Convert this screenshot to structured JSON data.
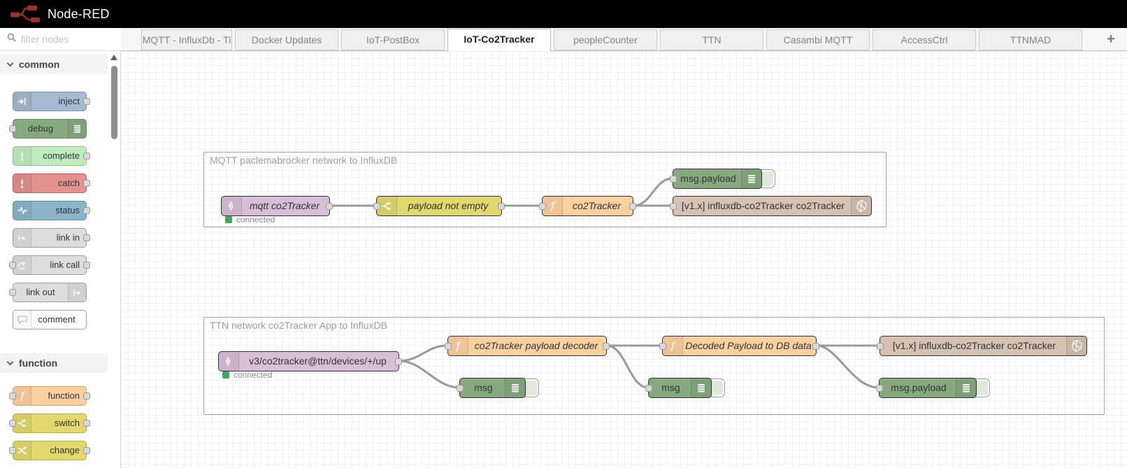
{
  "header": {
    "title": "Node-RED"
  },
  "tabs": {
    "items": [
      {
        "label": "MQTT - InfluxDb - Ti",
        "active": false
      },
      {
        "label": "Docker Updates",
        "active": false
      },
      {
        "label": "IoT-PostBox",
        "active": false
      },
      {
        "label": "IoT-Co2Tracker",
        "active": true
      },
      {
        "label": "peopleCounter",
        "active": false
      },
      {
        "label": "TTN",
        "active": false
      },
      {
        "label": "Casambi MQTT",
        "active": false
      },
      {
        "label": "AccessCtrl",
        "active": false
      },
      {
        "label": "TTNMAD",
        "active": false
      }
    ],
    "add_label": "+"
  },
  "palette": {
    "search_placeholder": "filter nodes",
    "categories": [
      {
        "label": "common",
        "nodes": [
          {
            "label": "inject",
            "icon": "inject-icon"
          },
          {
            "label": "debug",
            "icon": "debug-icon"
          },
          {
            "label": "complete",
            "icon": "complete-icon"
          },
          {
            "label": "catch",
            "icon": "catch-icon"
          },
          {
            "label": "status",
            "icon": "status-icon"
          },
          {
            "label": "link in",
            "icon": "link-in-icon"
          },
          {
            "label": "link call",
            "icon": "link-call-icon"
          },
          {
            "label": "link out",
            "icon": "link-out-icon"
          },
          {
            "label": "comment",
            "icon": "comment-icon"
          }
        ]
      },
      {
        "label": "function",
        "nodes": [
          {
            "label": "function",
            "icon": "function-icon"
          },
          {
            "label": "switch",
            "icon": "switch-icon"
          },
          {
            "label": "change",
            "icon": "change-icon"
          }
        ]
      }
    ]
  },
  "canvas": {
    "groups": [
      {
        "label": "MQTT paclemabrocker network to InfluxDB",
        "nodes": [
          {
            "type": "mqtt in",
            "label": "mqtt co2Tracker",
            "status": "connected"
          },
          {
            "type": "switch",
            "label": "payload not empty"
          },
          {
            "type": "function",
            "label": "co2Tracker"
          },
          {
            "type": "debug",
            "label": "msg.payload"
          },
          {
            "type": "influxdb out",
            "label": "[v1.x] influxdb-co2Tracker co2Tracker"
          }
        ]
      },
      {
        "label": "TTN network co2Tracker App to InfluxDB",
        "nodes": [
          {
            "type": "mqtt in",
            "label": "v3/co2tracker@ttn/devices/+/up",
            "status": "connected"
          },
          {
            "type": "function",
            "label": "co2Tracker payload decoder"
          },
          {
            "type": "debug",
            "label": "msg"
          },
          {
            "type": "function",
            "label": "Decoded Payload to DB data"
          },
          {
            "type": "debug",
            "label": "msg"
          },
          {
            "type": "influxdb out",
            "label": "[v1.x] influxdb-co2Tracker co2Tracker"
          },
          {
            "type": "debug",
            "label": "msg.payload"
          }
        ]
      }
    ]
  },
  "colors": {
    "mqtt": "#d8bfd8",
    "function": "#fdd0a2",
    "switch": "#e2d96e",
    "change": "#e2d96e",
    "debug": "#87a980",
    "influxdb": "#d5c2b2",
    "inject": "#a6bbcf",
    "complete": "#c0edc0",
    "catch": "#e49191",
    "status": "#8ab5c9",
    "link": "#dddddd",
    "comment": "#ffffff",
    "wire": "#999999",
    "status_dot": "#44a564",
    "brand_red": "#9C2F2F"
  }
}
